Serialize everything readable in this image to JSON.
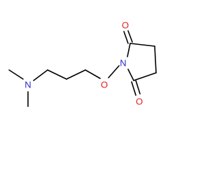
{
  "molecule": {
    "atoms": {
      "nitrogen_amine": {
        "label": "N",
        "color": "#2a2ad0"
      },
      "oxygen_ether": {
        "label": "O",
        "color": "#e02020"
      },
      "nitrogen_imide": {
        "label": "N",
        "color": "#2a2ad0"
      },
      "oxygen_carbonyl_top": {
        "label": "O",
        "color": "#e02020"
      },
      "oxygen_carbonyl_bottom": {
        "label": "O",
        "color": "#e02020"
      }
    },
    "bond_color": "#000000"
  }
}
